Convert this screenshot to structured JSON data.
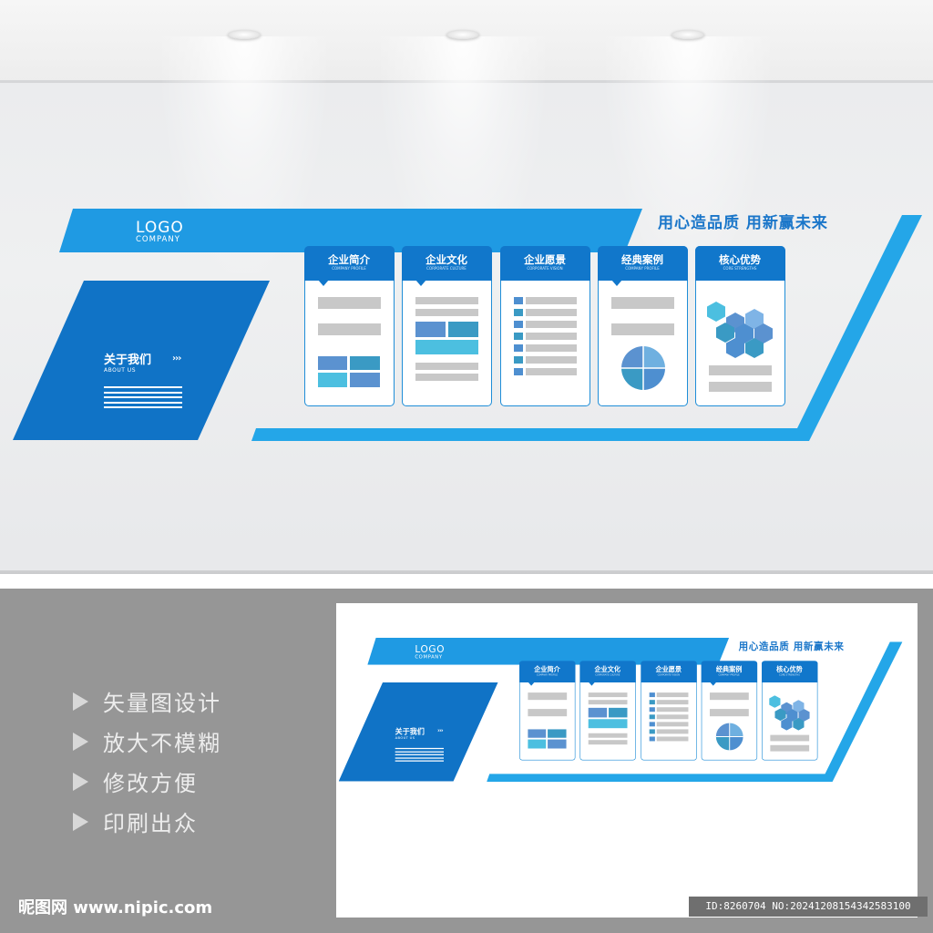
{
  "design": {
    "logo_title": "LOGO",
    "logo_subtitle": "COMPANY",
    "slogan": "用心造品质 用新赢未来",
    "about_title": "关于我们",
    "about_arrows": "›››",
    "about_subtitle": "ABOUT US",
    "cards": [
      {
        "title": "企业简介",
        "subtitle": "COMPANY PROFILE"
      },
      {
        "title": "企业文化",
        "subtitle": "CORPORATE CULTURE"
      },
      {
        "title": "企业愿景",
        "subtitle": "CORPORATE VISION"
      },
      {
        "title": "经典案例",
        "subtitle": "COMPANY PROFILE"
      },
      {
        "title": "核心优势",
        "subtitle": "CORE STRENGTHS"
      }
    ]
  },
  "features": [
    "矢量图设计",
    "放大不模糊",
    "修改方便",
    "印刷出众"
  ],
  "watermark": "昵图网 www.nipic.com",
  "image_id": "ID:8260704 NO:20241208154342583100",
  "colors": {
    "primary": "#1073c6",
    "accent": "#24a6e8",
    "header": "#1177cb"
  }
}
